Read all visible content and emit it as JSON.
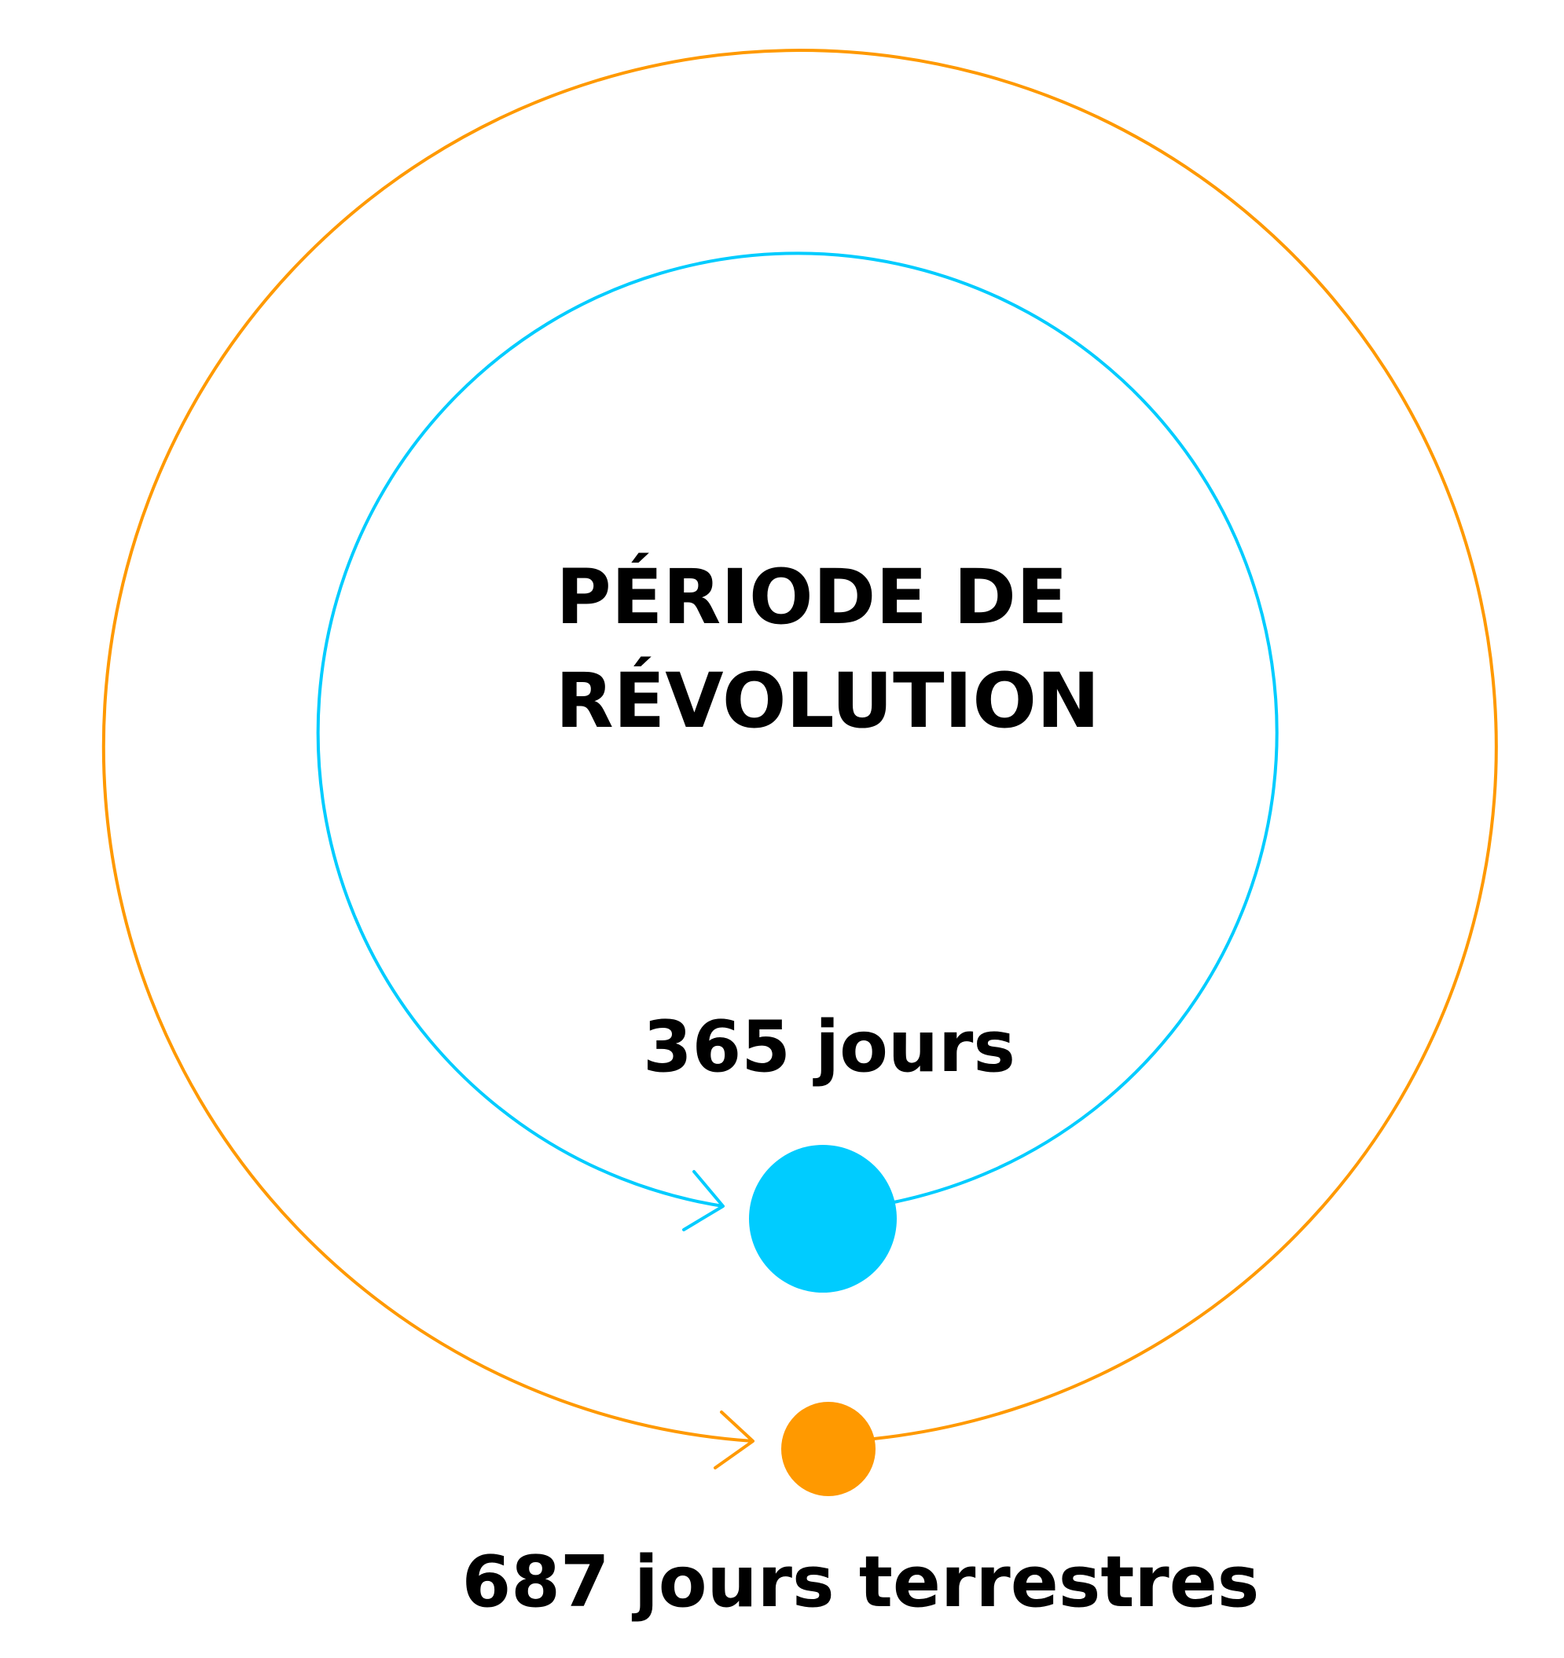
{
  "title": {
    "line1": "PÉRIODE DE",
    "line2": "RÉVOLUTION"
  },
  "inner_orbit": {
    "label": "365 jours",
    "color": "#00ccff"
  },
  "outer_orbit": {
    "label": "687 jours terrestres",
    "color": "#ff9900"
  }
}
